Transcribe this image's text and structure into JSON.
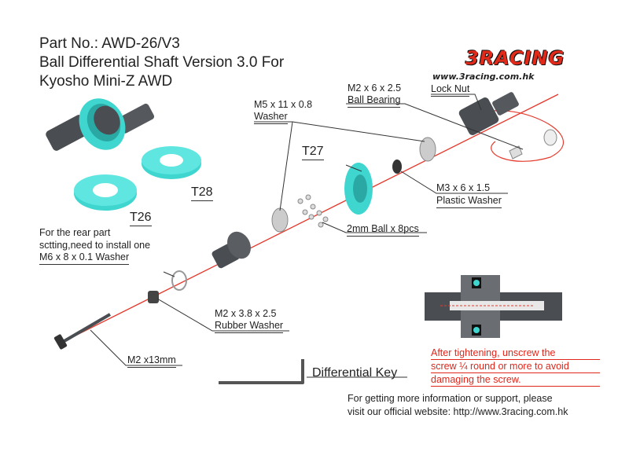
{
  "header": {
    "part_no": "Part No.: AWD-26/V3",
    "line2": "Ball Differential Shaft Version 3.0 For",
    "line3": "Kyosho Mini-Z AWD"
  },
  "logo": {
    "brand": "3RACING",
    "url": "www.3racing.com.hk"
  },
  "parts": {
    "ball_bearing_size": "M2 x 6 x 2.5",
    "ball_bearing": "Ball Bearing",
    "lock_nut": "Lock Nut",
    "washer_size": "M5 x 11 x 0.8",
    "washer": "Washer",
    "t27": "T27",
    "t28": "T28",
    "t26": "T26",
    "plastic_washer_size": "M3 x 6 x 1.5",
    "plastic_washer": "Plastic Washer",
    "balls": "2mm Ball x 8pcs",
    "rear_note_1": "For the rear part",
    "rear_note_2": "sctting,need to install one",
    "rear_note_3": "M6 x 8 x 0.1 Washer",
    "rubber_washer_size": "M2 x 3.8 x 2.5",
    "rubber_washer": "Rubber Washer",
    "screw": "M2 x13mm",
    "diff_key": "Differential Key"
  },
  "warning": {
    "line1": "After tightening, unscrew the",
    "line2": "screw ¼ round or more to avoid",
    "line3": "damaging the screw."
  },
  "footer": {
    "line1": "For getting more information or support, please",
    "line2": "visit our official website: http://www.3racing.com.hk"
  },
  "colors": {
    "accent_cyan": "#3fd6d0",
    "part_grey": "#4a4d52",
    "warning_red": "#e0271b",
    "axis_red": "#e53b2e"
  }
}
